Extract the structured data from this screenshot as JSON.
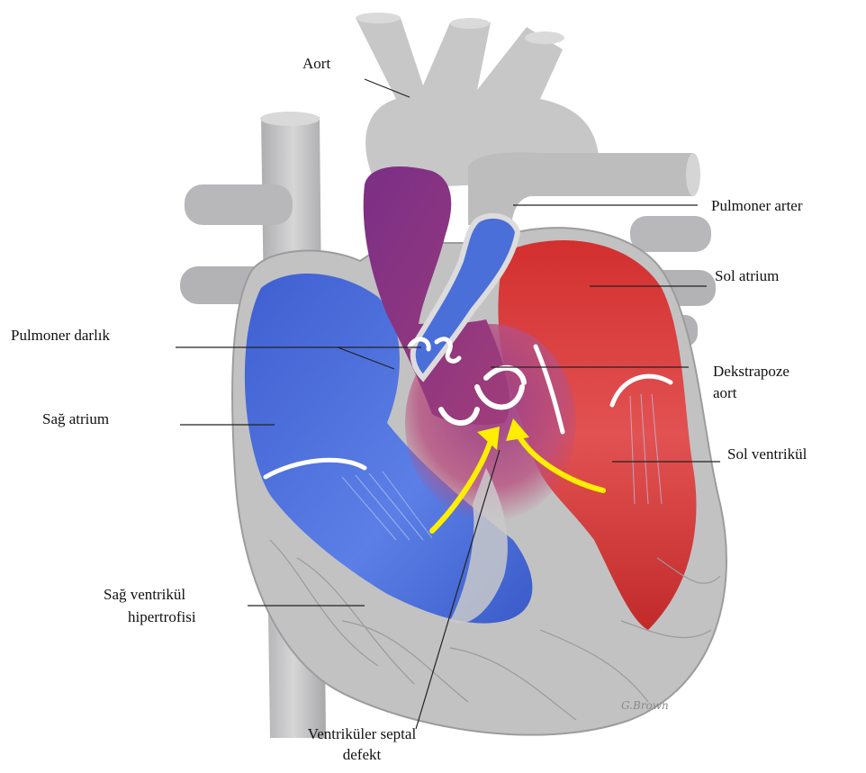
{
  "diagram": {
    "colors": {
      "vessel_gray": "#c3c3c4",
      "muscle_gray": "#b9b9ba",
      "deoxygenated_blue": "#4a6fd8",
      "oxygenated_red": "#d83a3a",
      "mixed_purple": "#7e3a86",
      "flow_arrow_yellow": "#ffee00",
      "leader_line": "#222222"
    },
    "labels": {
      "aort": "Aort",
      "pulmoner_arter": "Pulmoner arter",
      "sol_atrium": "Sol atrium",
      "pulmoner_darlik": "Pulmoner darlık",
      "dekstrapoze_aort_line1": "Dekstrapoze",
      "dekstrapoze_aort_line2": "aort",
      "sag_atrium": "Sağ atrium",
      "sol_ventrikul": "Sol ventrikül",
      "sag_ventrikul_line1": "Sağ ventrikül",
      "sag_ventrikul_line2": "hipertrofisi",
      "vsd_line1": "Ventriküler septal",
      "vsd_line2": "defekt"
    },
    "signature": "G.Brown"
  }
}
